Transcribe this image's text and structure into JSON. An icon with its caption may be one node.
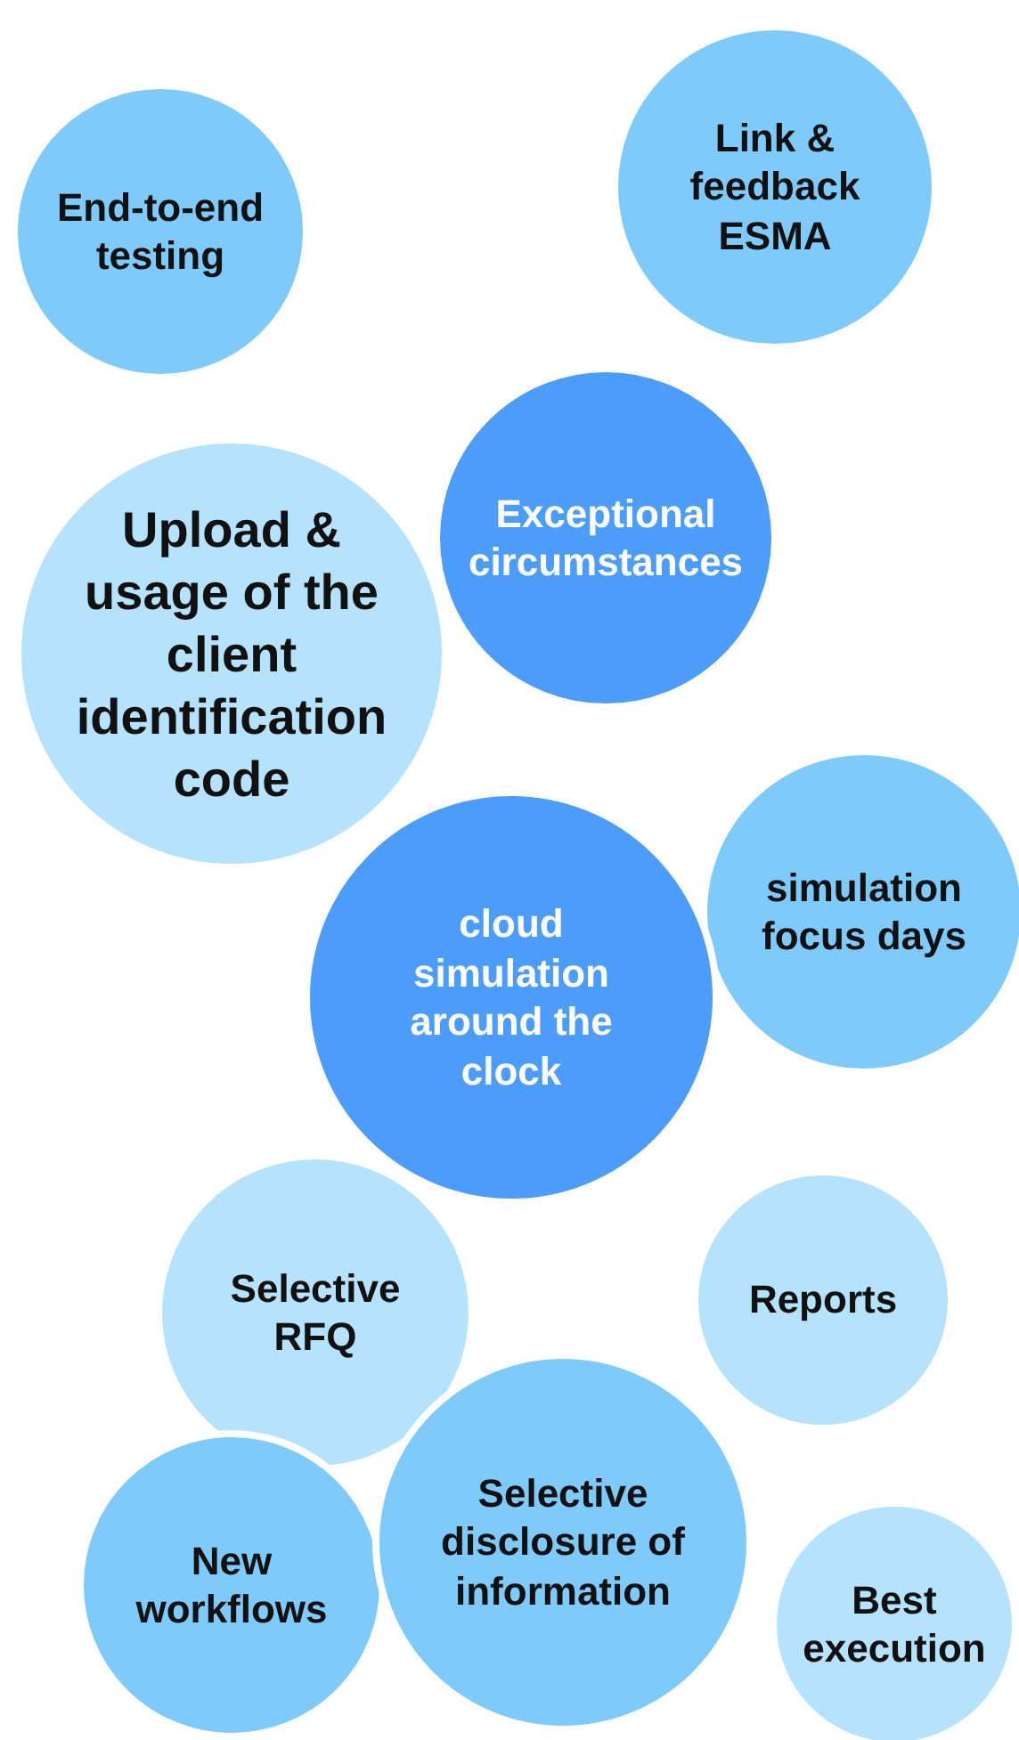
{
  "diagram": {
    "nodes": [
      {
        "text": [
          "End-to-end testing"
        ]
      },
      {
        "text": [
          "Link & feedback ESMA"
        ]
      },
      {
        "text": [
          "Exceptional circumstances"
        ]
      },
      {
        "text": [
          "Upload & usage of the client identification code"
        ]
      },
      {
        "text": [
          "cloud simulation around the clock"
        ]
      },
      {
        "text": [
          "simulation focus days"
        ]
      },
      {
        "text": [
          "Selective RFQ"
        ]
      },
      {
        "text": [
          "Reports"
        ]
      },
      {
        "text": [
          "Selective disclosure of information"
        ]
      },
      {
        "text": [
          "New workflows"
        ]
      },
      {
        "text": [
          "Best execution"
        ]
      }
    ]
  }
}
